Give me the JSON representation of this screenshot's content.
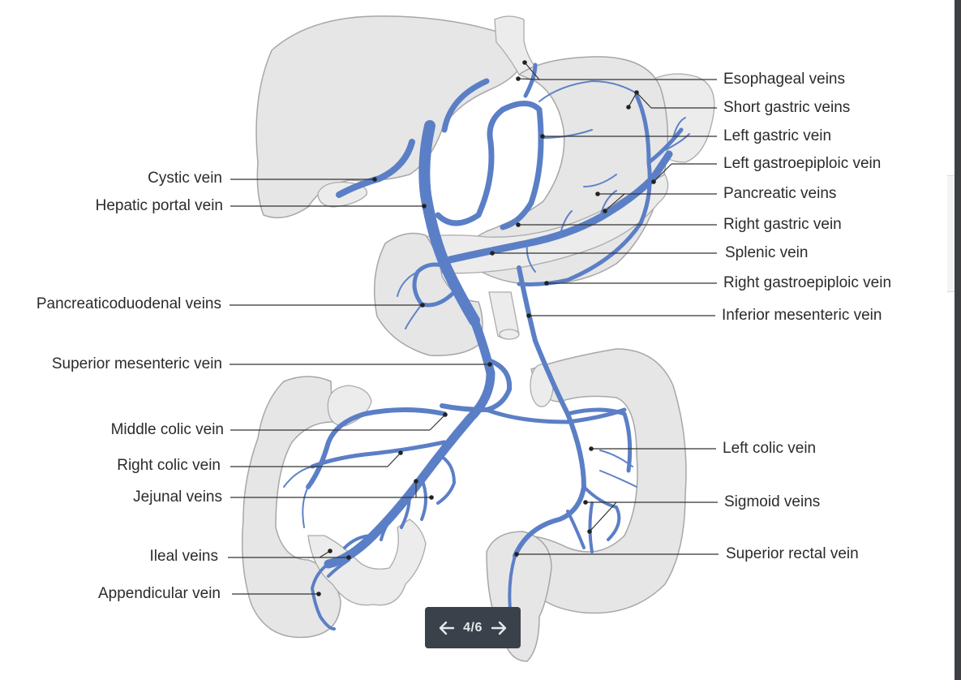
{
  "labels_left": [
    {
      "id": "cystic",
      "text": "Cystic vein"
    },
    {
      "id": "hepatic-portal",
      "text": "Hepatic portal vein"
    },
    {
      "id": "pancreaticoduodenal",
      "text": "Pancreaticoduodenal veins"
    },
    {
      "id": "superior-mesenteric",
      "text": "Superior mesenteric vein"
    },
    {
      "id": "middle-colic",
      "text": "Middle colic vein"
    },
    {
      "id": "right-colic",
      "text": "Right colic vein"
    },
    {
      "id": "jejunal",
      "text": "Jejunal veins"
    },
    {
      "id": "ileal",
      "text": "Ileal veins"
    },
    {
      "id": "appendicular",
      "text": "Appendicular vein"
    }
  ],
  "labels_right": [
    {
      "id": "esophageal",
      "text": "Esophageal veins"
    },
    {
      "id": "short-gastric",
      "text": "Short gastric veins"
    },
    {
      "id": "left-gastric",
      "text": "Left gastric vein"
    },
    {
      "id": "left-gastroepiploic",
      "text": "Left gastroepiploic vein"
    },
    {
      "id": "pancreatic",
      "text": "Pancreatic veins"
    },
    {
      "id": "right-gastric",
      "text": "Right gastric vein"
    },
    {
      "id": "splenic",
      "text": "Splenic vein"
    },
    {
      "id": "right-gastroepiploic",
      "text": "Right gastroepiploic vein"
    },
    {
      "id": "inferior-mesenteric",
      "text": "Inferior mesenteric vein"
    },
    {
      "id": "left-colic",
      "text": "Left colic vein"
    },
    {
      "id": "sigmoid",
      "text": "Sigmoid veins"
    },
    {
      "id": "superior-rectal",
      "text": "Superior rectal vein"
    }
  ],
  "pager": {
    "current": 4,
    "total": 6,
    "text": "4/6",
    "prev_icon": "arrow-left-icon",
    "next_icon": "arrow-right-icon"
  },
  "colors": {
    "vein": "#5b7fc6",
    "vein_dark": "#3e5fa8",
    "organ_fill": "#e6e6e6",
    "organ_stroke": "#a7a7a7",
    "leader": "#333333",
    "pager_bg": "#3a414a"
  }
}
